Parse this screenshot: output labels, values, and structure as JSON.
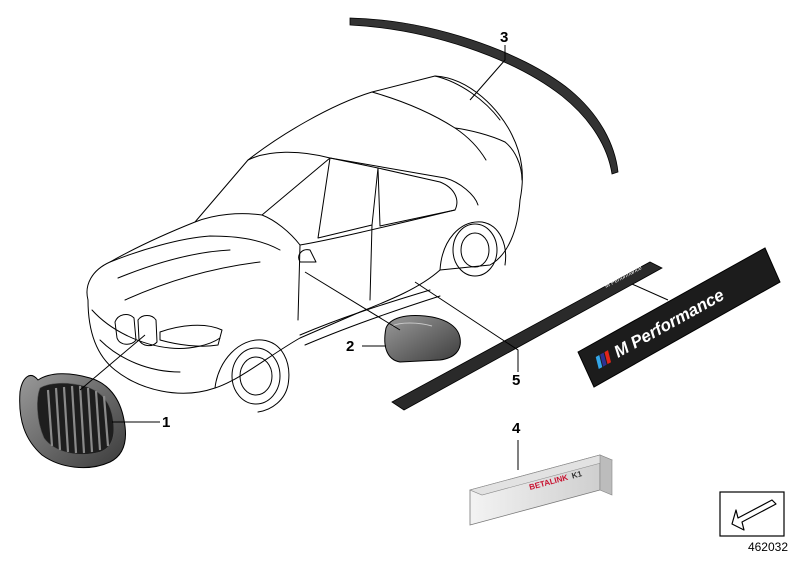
{
  "diagram": {
    "callouts": [
      "1",
      "2",
      "3",
      "4",
      "5"
    ],
    "badge_text": "M Performance",
    "decal_text": "M Performance",
    "kit_box_brand": "BETALINK",
    "kit_box_model": "K1",
    "diagram_id": "462032",
    "corner_icon": "arrow-icon",
    "colors": {
      "line": "#000000",
      "part_dark": "#2b2b2b",
      "part_mid": "#7a7a7a",
      "m_blue1": "#33a6e8",
      "m_blue2": "#2e3192",
      "m_red": "#e1251b"
    }
  }
}
